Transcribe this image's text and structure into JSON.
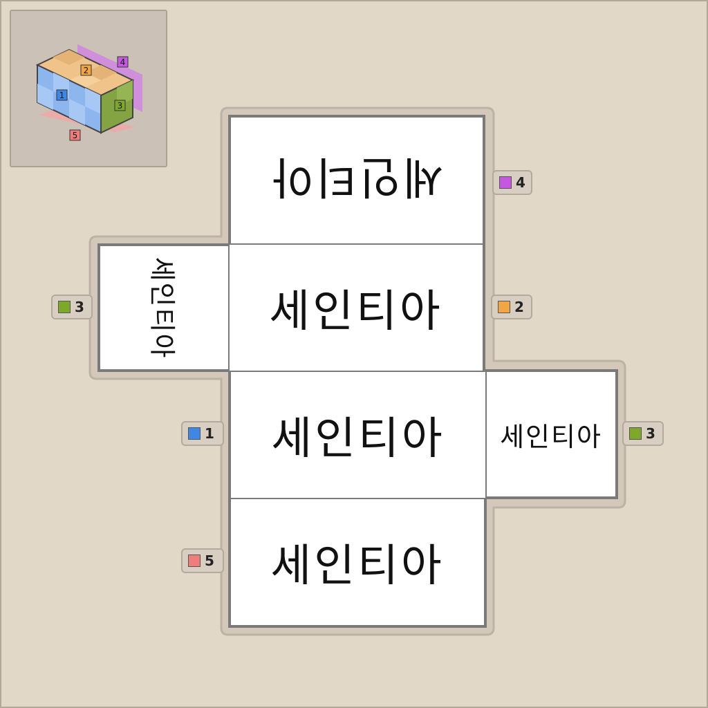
{
  "preview": {
    "labels": [
      "1",
      "2",
      "3",
      "4",
      "5"
    ]
  },
  "face_text": "세인티아",
  "faces": [
    {
      "id": "top",
      "text": "세인티아",
      "orientation": "rotated-180"
    },
    {
      "id": "middle",
      "text": "세인티아",
      "orientation": "upright"
    },
    {
      "id": "left",
      "text": "세인티아",
      "orientation": "rotated-90"
    },
    {
      "id": "lower",
      "text": "세인티아",
      "orientation": "upright"
    },
    {
      "id": "right",
      "text": "세인티아",
      "orientation": "upright"
    },
    {
      "id": "bottom",
      "text": "세인티아",
      "orientation": "upright"
    }
  ],
  "tabs": [
    {
      "label": "4",
      "color": "#c458e0"
    },
    {
      "label": "3",
      "color": "#7ea82a"
    },
    {
      "label": "2",
      "color": "#f2a543"
    },
    {
      "label": "1",
      "color": "#3f87e6"
    },
    {
      "label": "3",
      "color": "#7ea82a"
    },
    {
      "label": "5",
      "color": "#f07c7c"
    }
  ],
  "colors": {
    "background": "#e2d8c8",
    "net_border": "#777777",
    "face1_blue": "#3f87e6",
    "face2_orange": "#f2a543",
    "face3_green": "#7ea82a",
    "face4_purple": "#c458e0",
    "face5_red": "#f07c7c"
  }
}
